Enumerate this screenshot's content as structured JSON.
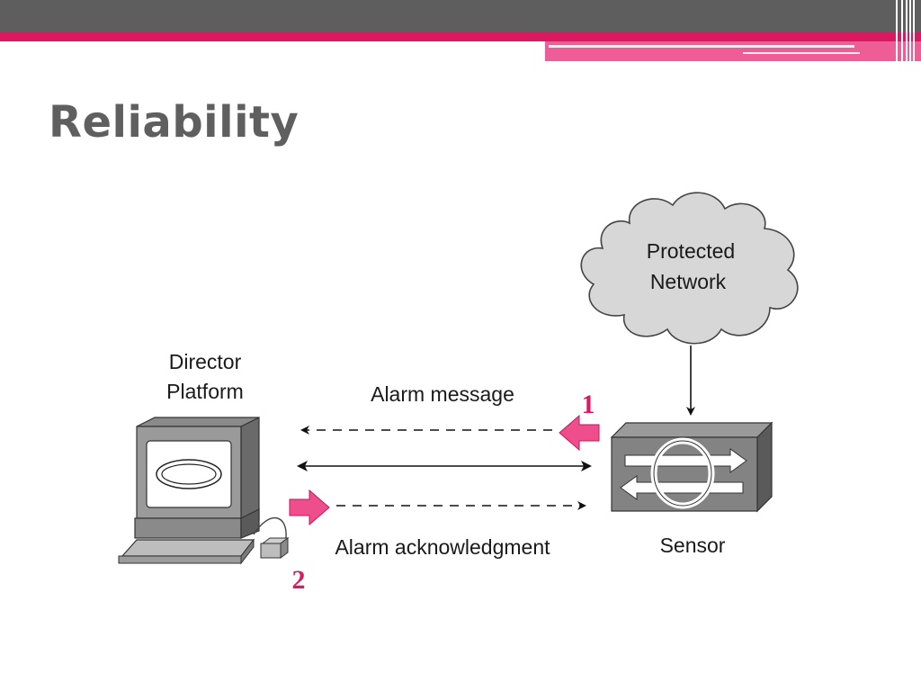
{
  "slide": {
    "title": "Reliability"
  },
  "diagram": {
    "cloud_label_line1": "Protected",
    "cloud_label_line2": "Network",
    "director_label_line1": "Director",
    "director_label_line2": "Platform",
    "alarm_message_label": "Alarm message",
    "alarm_ack_label": "Alarm acknowledgment",
    "sensor_label": "Sensor",
    "step1": "1",
    "step2": "2"
  },
  "colors": {
    "accent_pink": "#d81b60",
    "arrow_pink": "#ee4e8c",
    "header_gray": "#5e5e5e",
    "title_gray": "#5f5f5f"
  }
}
